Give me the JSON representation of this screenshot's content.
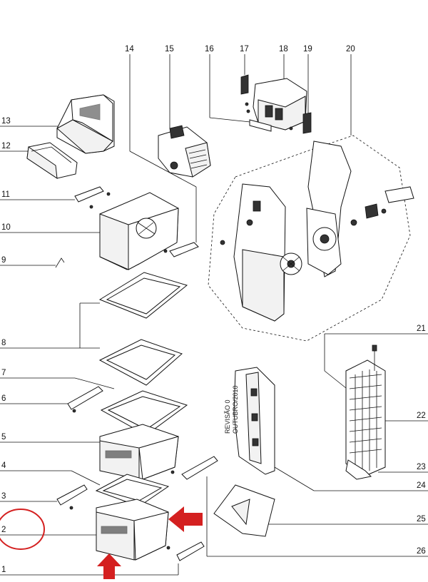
{
  "callouts": {
    "c1": "1",
    "c2": "2",
    "c3": "3",
    "c4": "4",
    "c5": "5",
    "c6": "6",
    "c7": "7",
    "c8": "8",
    "c9": "9",
    "c10": "10",
    "c11": "11",
    "c12": "12",
    "c13": "13",
    "c14": "14",
    "c15": "15",
    "c16": "16",
    "c17": "17",
    "c18": "18",
    "c19": "19",
    "c20": "20",
    "c21": "21",
    "c22": "22",
    "c23": "23",
    "c24": "24",
    "c25": "25",
    "c26": "26"
  },
  "revision": {
    "line1": "REVISÃO 0",
    "line2": "OUTUBRO/2010"
  },
  "colors": {
    "highlight": "#d42020",
    "ink": "#111111"
  }
}
